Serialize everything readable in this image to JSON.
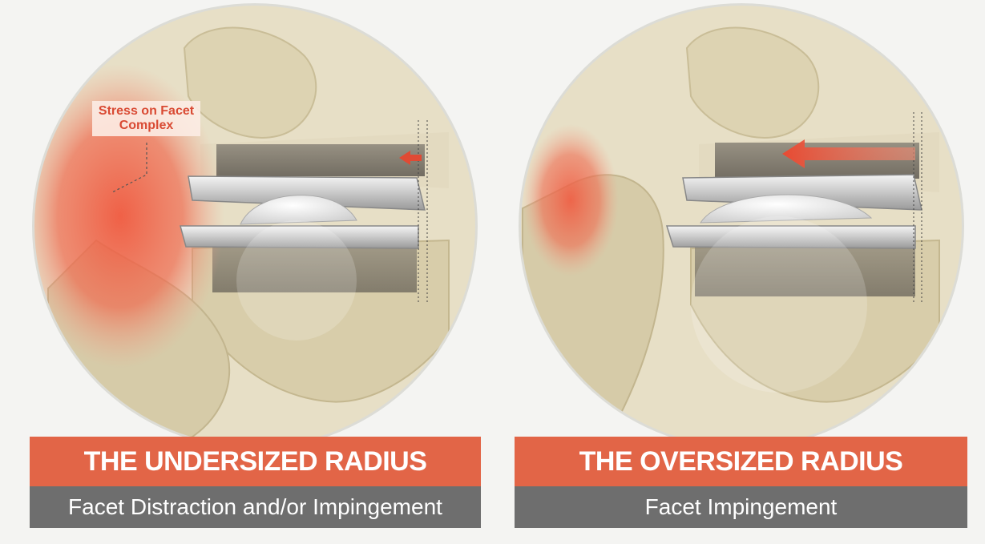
{
  "colors": {
    "background": "#f4f4f2",
    "accent_red": "#e26547",
    "caption_gray": "#6e6e6e",
    "bone": "#e2d9bc",
    "stress_glow": "#f05a40",
    "label_text": "#d94a33"
  },
  "panels": [
    {
      "title": "THE UNDERSIZED RADIUS",
      "subtitle": "Facet Distraction and/or Impingement",
      "annotation": "Stress on Facet Complex",
      "annotation_lines": [
        "Stress on Facet",
        "Complex"
      ]
    },
    {
      "title": "THE OVERSIZED RADIUS",
      "subtitle": "Facet Impingement"
    }
  ],
  "icons": [
    "arrow-left-icon"
  ]
}
